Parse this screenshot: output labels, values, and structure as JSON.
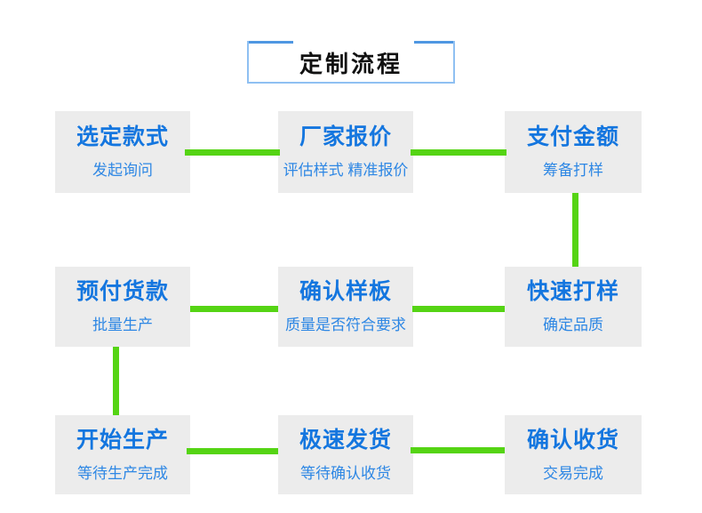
{
  "title_box": {
    "label": "定制流程"
  },
  "steps": [
    {
      "title": "选定款式",
      "subtitle": "发起询问"
    },
    {
      "title": "厂家报价",
      "subtitle": "评估样式 精准报价"
    },
    {
      "title": "支付金额",
      "subtitle": "筹备打样"
    },
    {
      "title": "预付货款",
      "subtitle": "批量生产"
    },
    {
      "title": "确认样板",
      "subtitle": "质量是否符合要求"
    },
    {
      "title": "快速打样",
      "subtitle": "确定品质"
    },
    {
      "title": "开始生产",
      "subtitle": "等待生产完成"
    },
    {
      "title": "极速发货",
      "subtitle": "等待确认收货"
    },
    {
      "title": "确认收货",
      "subtitle": "交易完成"
    }
  ],
  "colors": {
    "title_border": "#8fc0f2",
    "title_border_top": "#4f97e2",
    "box_bg": "#ececec",
    "step_title_blue": "#1476df",
    "step_subtitle_blue": "#2e87e4",
    "connector_green": "#55d414"
  }
}
